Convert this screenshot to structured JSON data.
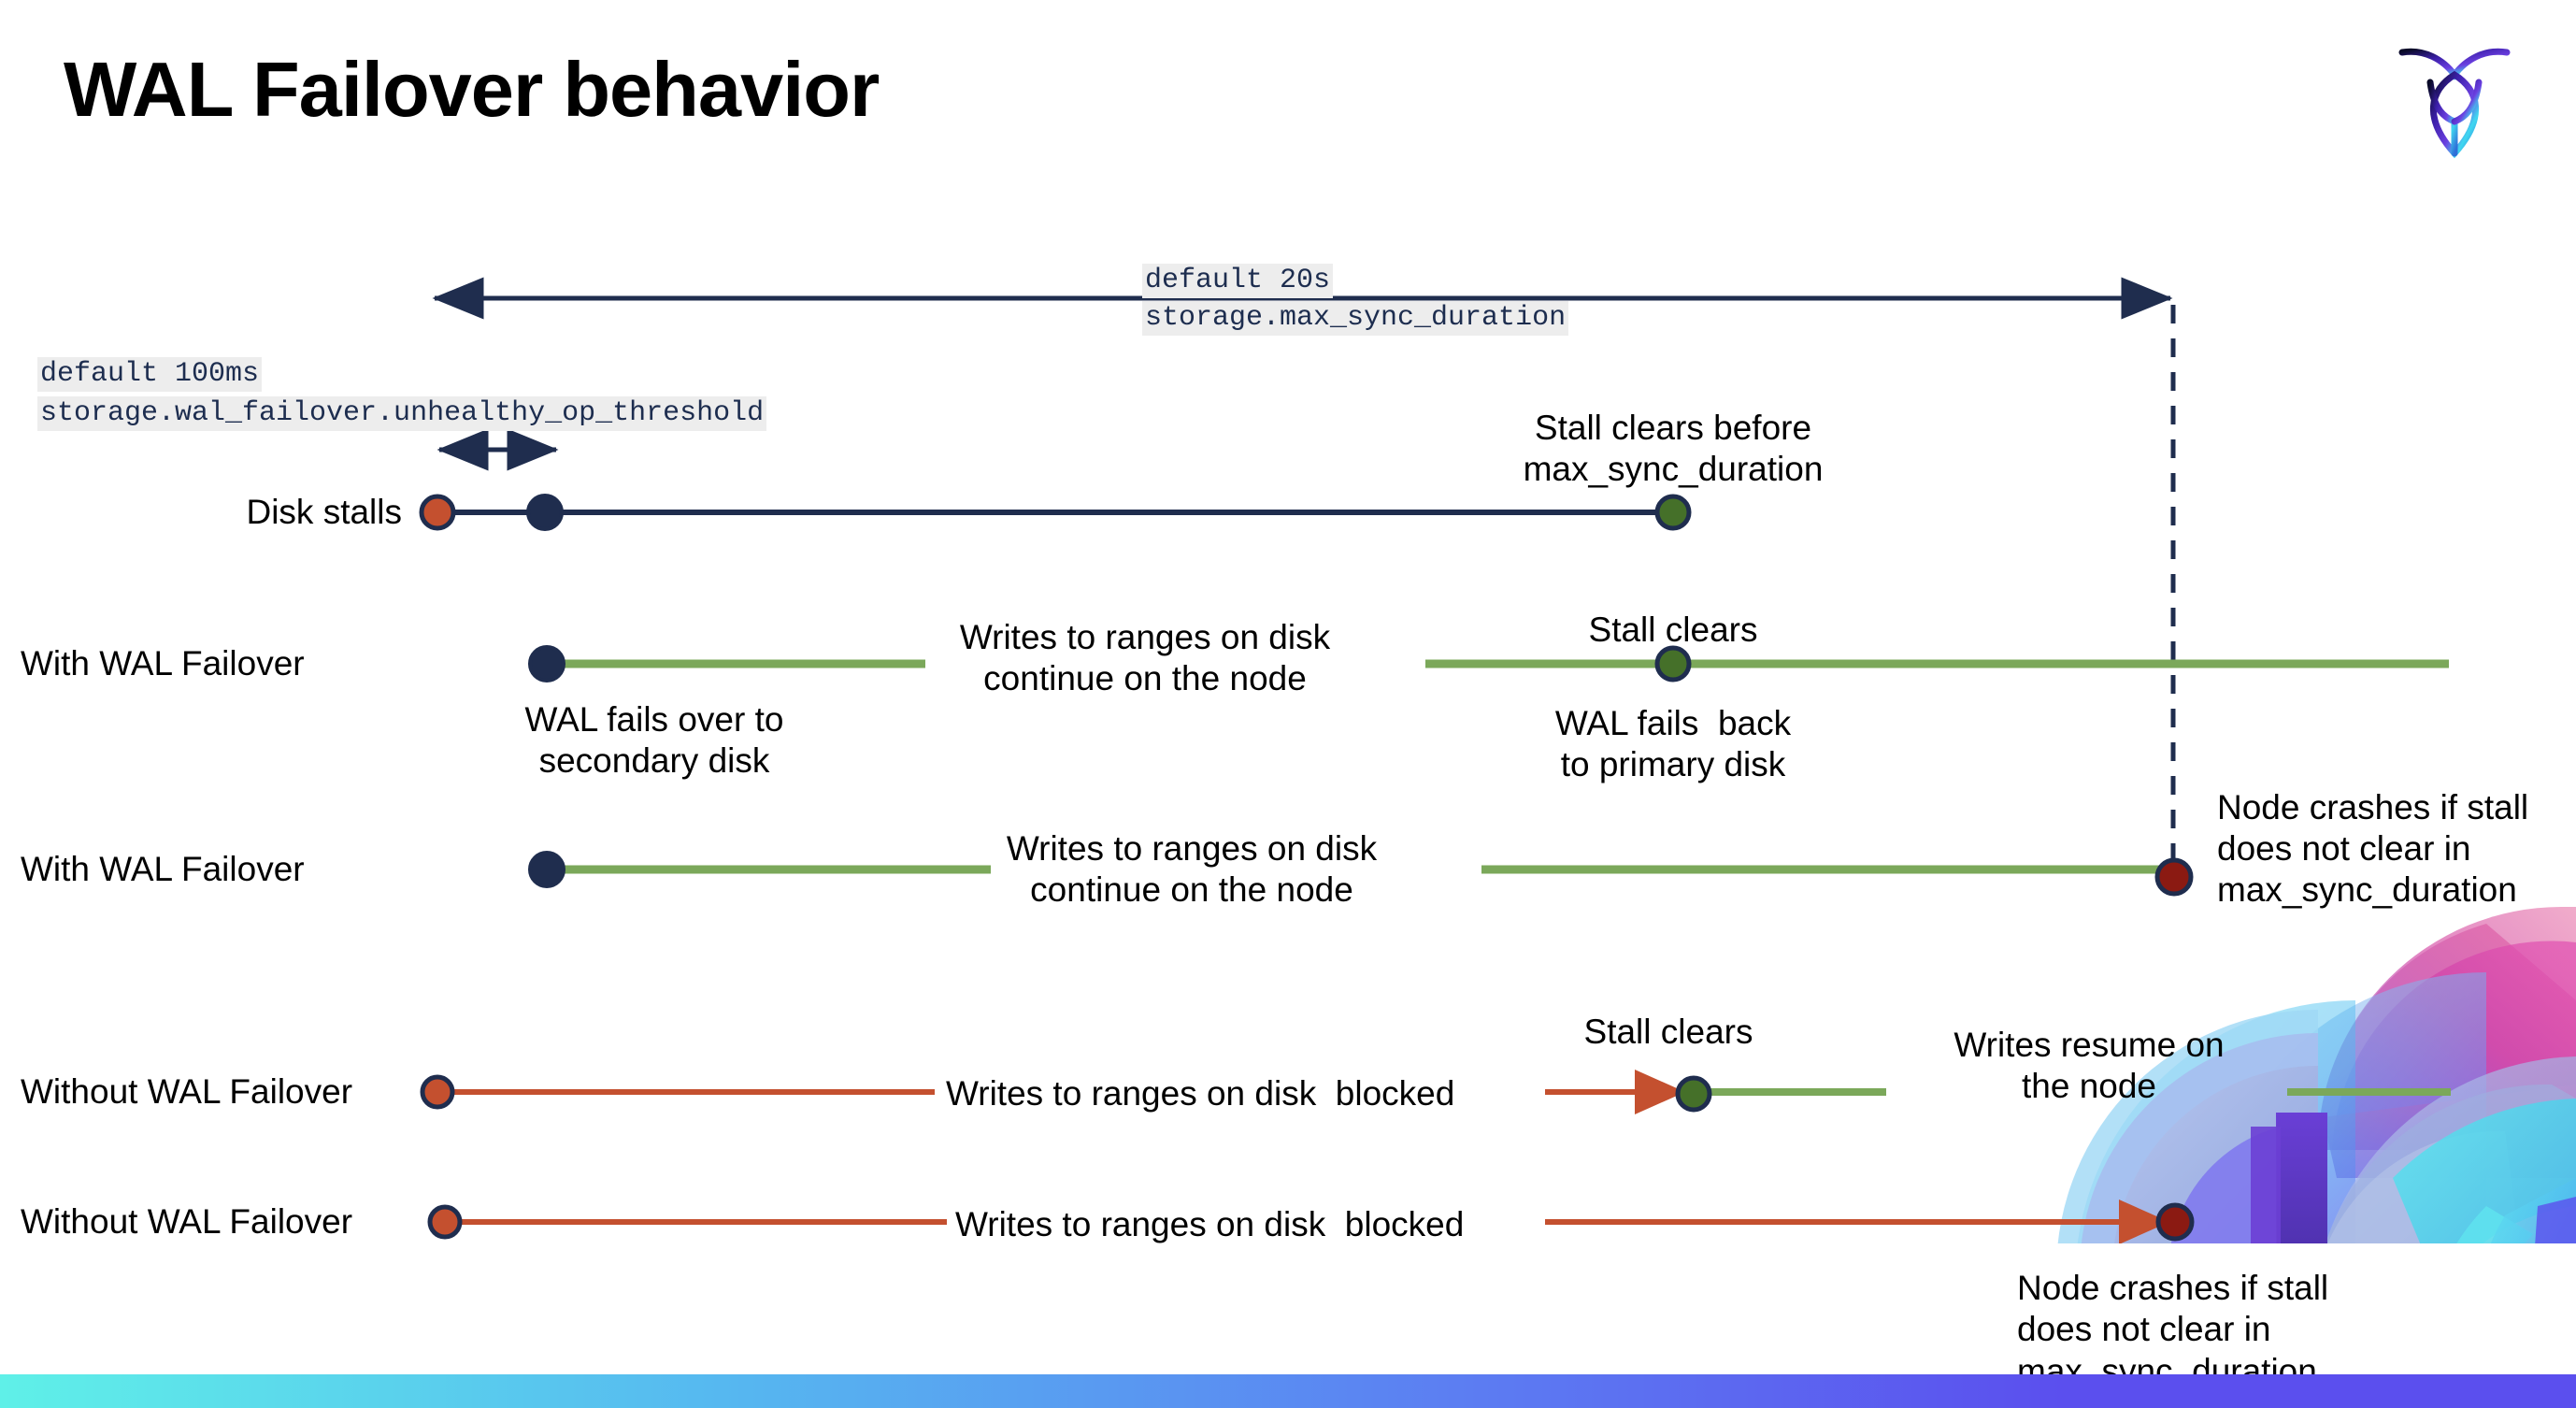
{
  "slide": {
    "title": "WAL Failover behavior",
    "logo_name": "cockroachdb-logo"
  },
  "annotations": {
    "max_sync": {
      "default_line": "default 20s",
      "setting_line": "storage.max_sync_duration"
    },
    "unhealthy_op": {
      "default_line": "default 100ms",
      "setting_line": "storage.wal_failover.unhealthy_op_threshold"
    }
  },
  "rows": [
    {
      "id": "disk-stalls",
      "label": "Disk stalls",
      "notes": [
        {
          "id": "stall-clears-before",
          "text": "Stall clears before\nmax_sync_duration"
        }
      ]
    },
    {
      "id": "with-wal-failover-1",
      "label": "With WAL Failover",
      "notes": [
        {
          "id": "writes-continue-1",
          "text": "Writes to ranges on disk\ncontinue on the node"
        },
        {
          "id": "stall-clears-1",
          "text": "Stall clears"
        },
        {
          "id": "wal-fails-over",
          "text": "WAL fails over to\nsecondary disk"
        },
        {
          "id": "wal-fails-back",
          "text": "WAL fails  back\nto primary disk"
        }
      ]
    },
    {
      "id": "with-wal-failover-2",
      "label": "With WAL Failover",
      "notes": [
        {
          "id": "writes-continue-2",
          "text": "Writes to ranges on disk\ncontinue on the node"
        },
        {
          "id": "node-crashes-1",
          "text": "Node crashes if stall\ndoes not clear in\nmax_sync_duration"
        }
      ]
    },
    {
      "id": "without-wal-failover-1",
      "label": "Without WAL Failover",
      "notes": [
        {
          "id": "writes-blocked-1",
          "text": "Writes to ranges on disk  blocked"
        },
        {
          "id": "stall-clears-2",
          "text": "Stall clears"
        },
        {
          "id": "writes-resume",
          "text": "Writes resume on\nthe node"
        }
      ]
    },
    {
      "id": "without-wal-failover-2",
      "label": "Without WAL Failover",
      "notes": [
        {
          "id": "writes-blocked-2",
          "text": "Writes to ranges on disk  blocked"
        },
        {
          "id": "node-crashes-2",
          "text": "Node crashes if stall\ndoes not clear in\nmax_sync_duration"
        }
      ]
    }
  ],
  "colors": {
    "navy": "#1F2D4E",
    "orange_red": "#C4502F",
    "dark_red": "#8B1A12",
    "green_marker": "#457029",
    "green_line": "#7BA85A",
    "code_bg": "#ededed",
    "gradient_start": "#5FF0E8",
    "gradient_end": "#5B4FEE"
  },
  "markers": {
    "stall_start": "stall-start-marker",
    "failover_trigger": "failover-trigger-marker",
    "stall_cleared": "stall-cleared-marker",
    "node_crash": "node-crash-marker"
  }
}
